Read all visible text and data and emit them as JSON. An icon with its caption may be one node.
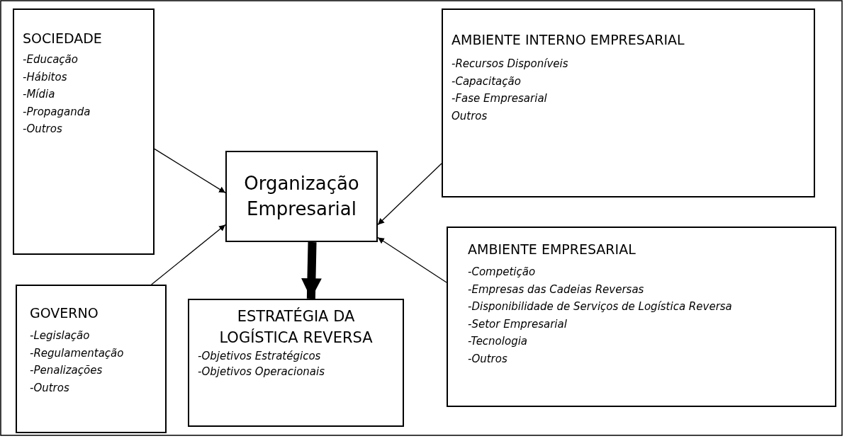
{
  "diagram": {
    "nodes": [
      {
        "text": [
          "SOCIEDADE",
          "-Educação",
          "-Hábitos",
          "-Mídia",
          "-Propaganda",
          "-Outros"
        ]
      },
      {
        "text": [
          "AMBIENTE INTERNO EMPRESARIAL",
          "-Recursos Disponíveis",
          "-Capacitação",
          "-Fase Empresarial",
          "Outros"
        ]
      },
      {
        "text": [
          "Organização Empresarial"
        ]
      },
      {
        "text": [
          "AMBIENTE EMPRESARIAL",
          "-Competição",
          "-Empresas das Cadeias Reversas",
          "-Disponibilidade de Serviços de Logística Reversa",
          "-Setor Empresarial",
          "-Tecnologia",
          "-Outros"
        ]
      },
      {
        "text": [
          "GOVERNO",
          "-Legislação",
          "-Regulamentação",
          "-Penalizações",
          "-Outros"
        ]
      },
      {
        "text": [
          "ESTRATÉGIA DA LOGÍSTICA REVERSA",
          "-Objetivos Estratégicos",
          "-Objetivos Operacionais"
        ]
      }
    ],
    "edges": [
      {
        "from": 0,
        "to": 2,
        "arrow": "to"
      },
      {
        "from": 1,
        "to": 2,
        "arrow": "to"
      },
      {
        "from": 4,
        "to": 2,
        "arrow": "to"
      },
      {
        "from": 3,
        "to": 2,
        "arrow": "to"
      },
      {
        "from": 2,
        "to": 5,
        "arrow": "to",
        "style": "thick"
      }
    ]
  }
}
